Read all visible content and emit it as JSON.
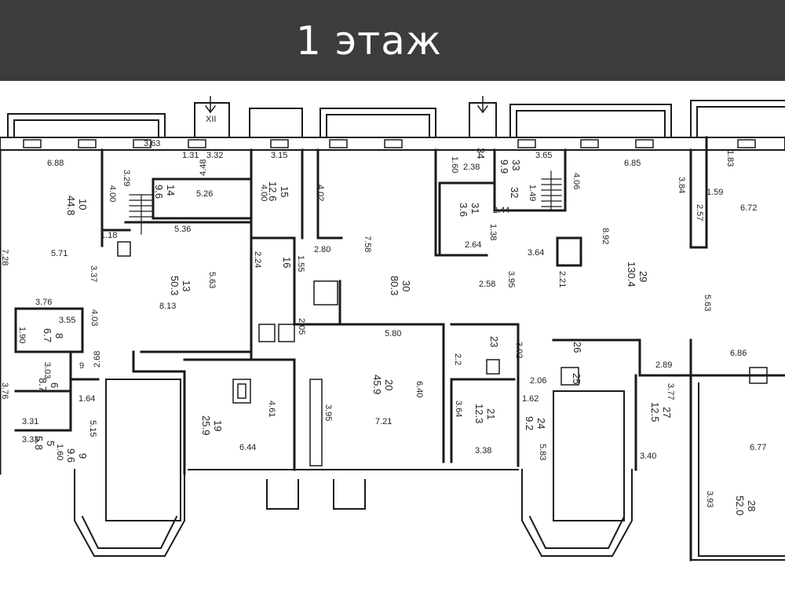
{
  "title": "1 этаж",
  "dimensions": [
    {
      "text": "6.88"
    },
    {
      "text": "3.63"
    },
    {
      "text": "1.31"
    },
    {
      "text": "4.48"
    },
    {
      "text": "3.32"
    },
    {
      "text": "3.15"
    },
    {
      "text": "3.29"
    },
    {
      "text": "4.00"
    },
    {
      "text": "5.26"
    },
    {
      "text": "4.00"
    },
    {
      "text": "4.02"
    },
    {
      "text": "5.36"
    },
    {
      "text": "1.18"
    },
    {
      "text": "7.28"
    },
    {
      "text": "5.71"
    },
    {
      "text": "3.37"
    },
    {
      "text": "2.24"
    },
    {
      "text": "1.55"
    },
    {
      "text": "2.80"
    },
    {
      "text": "7.58"
    },
    {
      "text": "5.63"
    },
    {
      "text": "8.13"
    },
    {
      "text": "4.03"
    },
    {
      "text": "3.76"
    },
    {
      "text": "3.55"
    },
    {
      "text": "1.90"
    },
    {
      "text": "2.68"
    },
    {
      "text": "2.05"
    },
    {
      "text": "5.80"
    },
    {
      "text": "3.03"
    },
    {
      "text": "1.64"
    },
    {
      "text": "3.31"
    },
    {
      "text": "3.33"
    },
    {
      "text": "1.60"
    },
    {
      "text": "5.15"
    },
    {
      "text": "4.61"
    },
    {
      "text": "6.44"
    },
    {
      "text": "3.95"
    },
    {
      "text": "7.21"
    },
    {
      "text": "6.40"
    },
    {
      "text": "1.62"
    },
    {
      "text": "2.06"
    },
    {
      "text": "3.64"
    },
    {
      "text": "3.38"
    },
    {
      "text": "5.83"
    },
    {
      "text": "3.02"
    },
    {
      "text": "2.2"
    },
    {
      "text": "1.60"
    },
    {
      "text": "2.38"
    },
    {
      "text": "3.65"
    },
    {
      "text": "2.44"
    },
    {
      "text": "1.38"
    },
    {
      "text": "2.64"
    },
    {
      "text": "3.64"
    },
    {
      "text": "2.58"
    },
    {
      "text": "3.95"
    },
    {
      "text": "2.21"
    },
    {
      "text": "4.06"
    },
    {
      "text": "6.85"
    },
    {
      "text": "8.92"
    },
    {
      "text": "3.84"
    },
    {
      "text": "1.83"
    },
    {
      "text": "1.59"
    },
    {
      "text": "2.57"
    },
    {
      "text": "6.72"
    },
    {
      "text": "5.63"
    },
    {
      "text": "6.86"
    },
    {
      "text": "2.89"
    },
    {
      "text": "3.77"
    },
    {
      "text": "3.40"
    },
    {
      "text": "6.77"
    },
    {
      "text": "3.93"
    },
    {
      "text": "9"
    },
    {
      "text": "3.76"
    },
    {
      "text": "1.49"
    },
    {
      "text": "XII"
    }
  ],
  "rooms": [
    {
      "num": "10",
      "area": "44.8"
    },
    {
      "num": "14",
      "area": "9.6"
    },
    {
      "num": "15",
      "area": "12.6"
    },
    {
      "num": "13",
      "area": "50.3"
    },
    {
      "num": "16",
      "area": ""
    },
    {
      "num": "30",
      "area": "80.3"
    },
    {
      "num": "8",
      "area": "6.7"
    },
    {
      "num": "6",
      "area": "8.7"
    },
    {
      "num": "5",
      "area": "5.8"
    },
    {
      "num": "19",
      "area": "25.9"
    },
    {
      "num": "20",
      "area": "45.9"
    },
    {
      "num": "21",
      "area": "12.3"
    },
    {
      "num": "24",
      "area": "9.2"
    },
    {
      "num": "29",
      "area": "130.4"
    },
    {
      "num": "27",
      "area": "12.5"
    },
    {
      "num": "28",
      "area": "52.0"
    },
    {
      "num": "31",
      "area": "3.6"
    },
    {
      "num": "32",
      "area": ""
    },
    {
      "num": "33",
      "area": "9.9"
    },
    {
      "num": "34",
      "area": ""
    },
    {
      "num": "23",
      "area": ""
    },
    {
      "num": "26",
      "area": ""
    },
    {
      "num": "25",
      "area": ""
    },
    {
      "num": "9",
      "area": "9.6"
    }
  ]
}
